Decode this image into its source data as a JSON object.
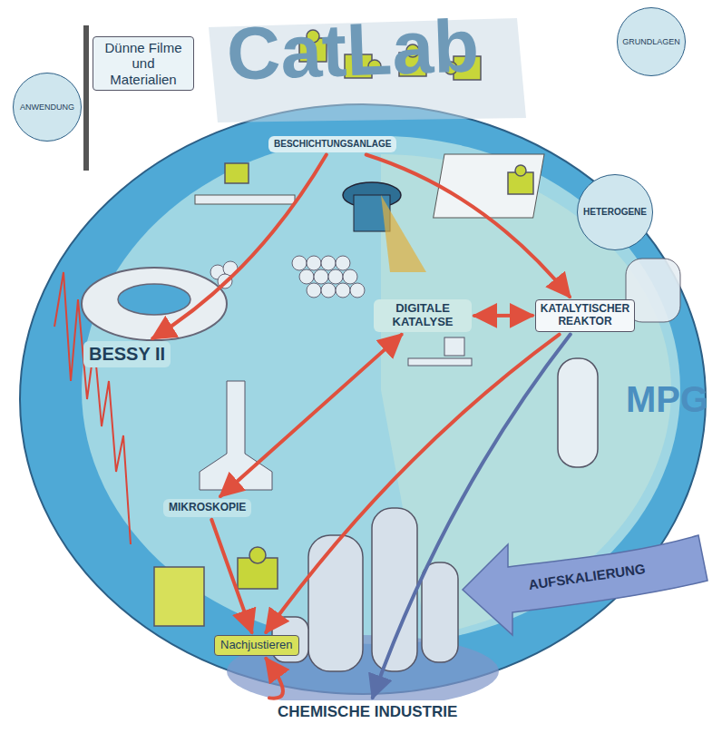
{
  "diagram": {
    "nodes": [
      {
        "text": [
          "ANWENDUNG"
        ]
      },
      {
        "text": [
          "Dünne Filme und Materialien"
        ]
      },
      {
        "text": [
          "GRUNDLAGEN"
        ]
      },
      {
        "text": [
          "BESCHICHTUNGSANLAGE"
        ]
      },
      {
        "text": [
          "HETEROGENE"
        ]
      },
      {
        "text": [
          "BESSY II"
        ]
      },
      {
        "text": [
          "DIGITALE KATALYSE"
        ]
      },
      {
        "text": [
          "KATALYTISCHER REAKTOR"
        ]
      },
      {
        "text": [
          "MIKROSKOPIE"
        ]
      },
      {
        "text": [
          "Nachjustieren"
        ]
      },
      {
        "text": [
          "CHEMISCHE INDUSTRIE"
        ]
      }
    ],
    "edges": [
      {
        "from": 3,
        "to": 5,
        "arrow": "to"
      },
      {
        "from": 3,
        "to": 7,
        "arrow": "to"
      },
      {
        "from": 8,
        "to": 6,
        "arrow": "both"
      },
      {
        "from": 6,
        "to": 7,
        "arrow": "both"
      },
      {
        "from": 7,
        "to": 9,
        "arrow": "to"
      },
      {
        "from": 8,
        "to": 9,
        "arrow": "to"
      },
      {
        "from": 10,
        "to": 9,
        "arrow": "to"
      },
      {
        "from": 7,
        "to": 10,
        "arrow": "to"
      }
    ],
    "labels": [
      "CatLab",
      "MPG",
      "AUFSKALIERUNG"
    ]
  }
}
